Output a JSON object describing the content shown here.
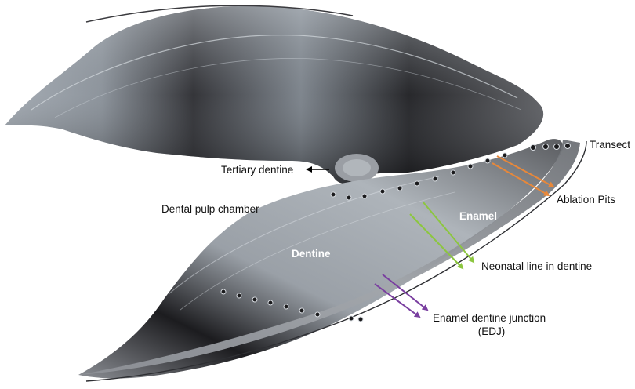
{
  "figure": {
    "labels": {
      "transect": "Transect",
      "ablation_pits": "Ablation Pits",
      "tertiary_dentine": "Tertiary dentine",
      "dental_pulp_chamber": "Dental pulp chamber",
      "enamel": "Enamel",
      "dentine": "Dentine",
      "neonatal_line": "Neonatal line in dentine",
      "edj_line1": "Enamel dentine junction",
      "edj_line2": "(EDJ)"
    },
    "arrow_colors": {
      "ablation": "#e8883a",
      "neonatal": "#8cc63f",
      "edj": "#7a3fa0",
      "tertiary": "#000000"
    }
  }
}
